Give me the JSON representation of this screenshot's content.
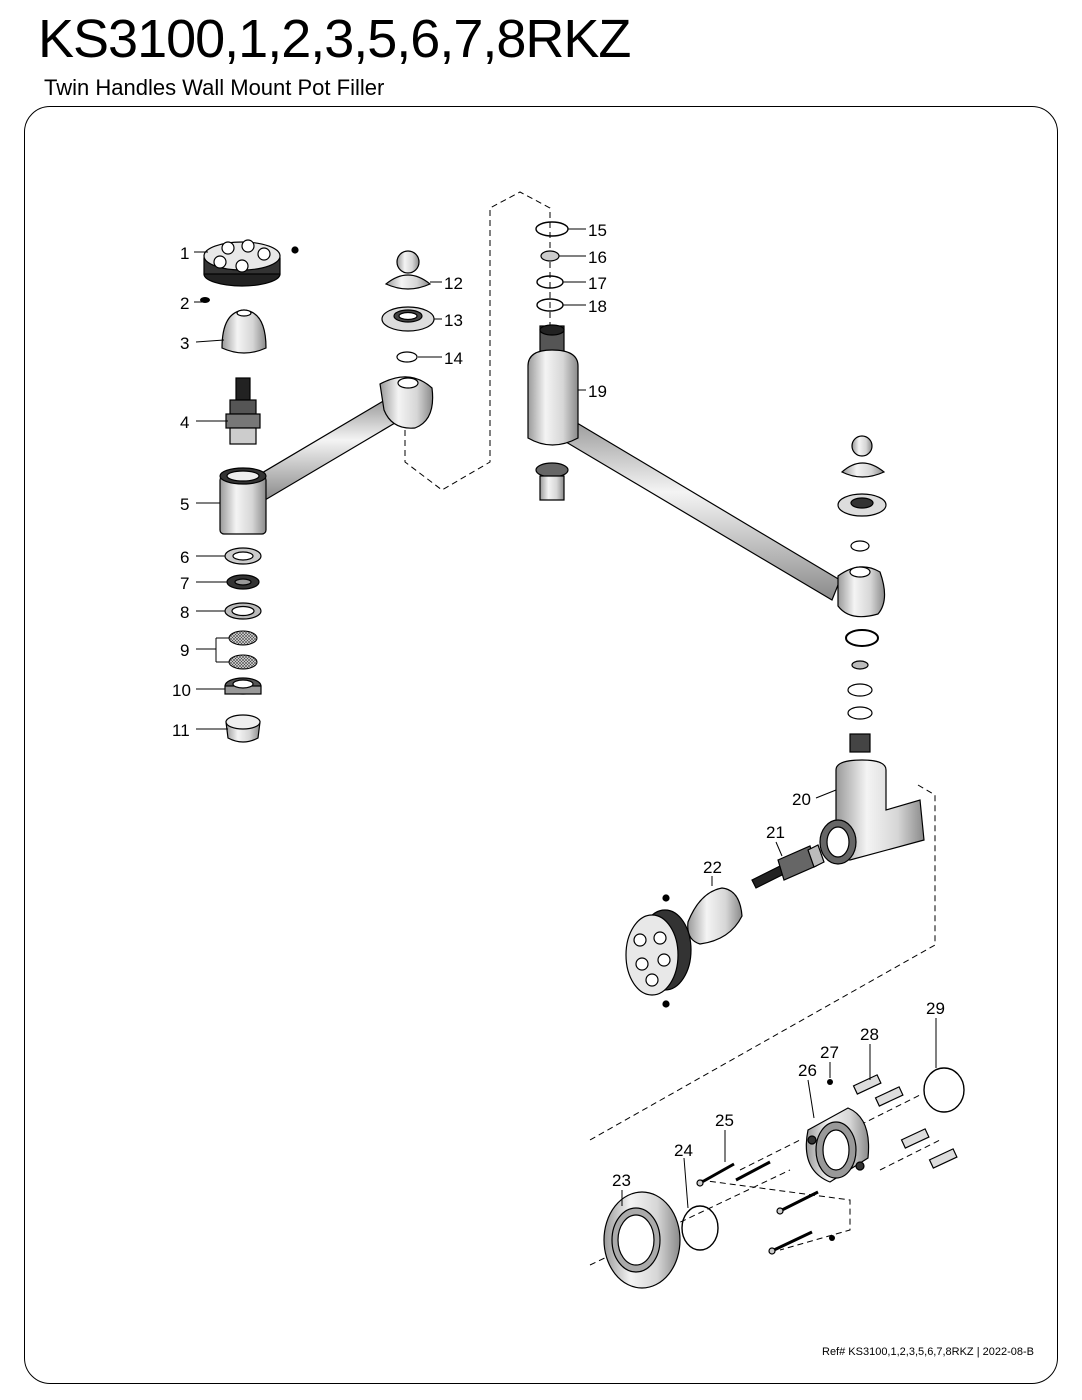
{
  "header": {
    "title": "KS3100,1,2,3,5,6,7,8RKZ",
    "subtitle": "Twin Handles Wall Mount Pot Filler"
  },
  "footer": {
    "reference": "Ref# KS3100,1,2,3,5,6,7,8RKZ | 2022-08-B"
  },
  "parts": [
    {
      "number": "1"
    },
    {
      "number": "2"
    },
    {
      "number": "3"
    },
    {
      "number": "4"
    },
    {
      "number": "5"
    },
    {
      "number": "6"
    },
    {
      "number": "7"
    },
    {
      "number": "8"
    },
    {
      "number": "9"
    },
    {
      "number": "10"
    },
    {
      "number": "11"
    },
    {
      "number": "12"
    },
    {
      "number": "13"
    },
    {
      "number": "14"
    },
    {
      "number": "15"
    },
    {
      "number": "16"
    },
    {
      "number": "17"
    },
    {
      "number": "18"
    },
    {
      "number": "19"
    },
    {
      "number": "20"
    },
    {
      "number": "21"
    },
    {
      "number": "22"
    },
    {
      "number": "23"
    },
    {
      "number": "24"
    },
    {
      "number": "25"
    },
    {
      "number": "26"
    },
    {
      "number": "27"
    },
    {
      "number": "28"
    },
    {
      "number": "29"
    }
  ]
}
